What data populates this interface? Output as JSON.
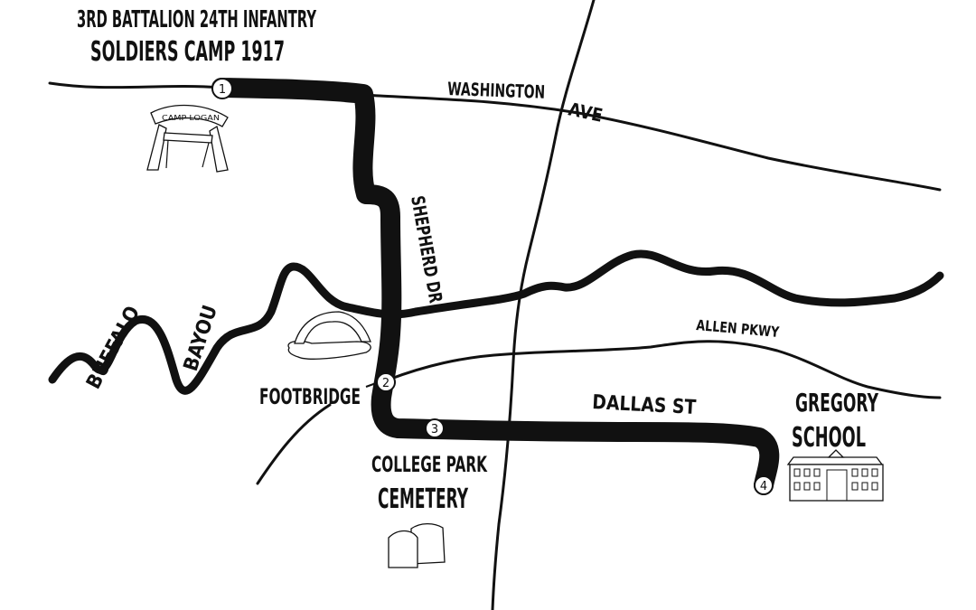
{
  "title": {
    "line1": "3RD BATTALION 24TH INFANTRY",
    "line2": "SOLDIERS CAMP 1917"
  },
  "streets": {
    "washington": "WASHINGTON",
    "ave": "AVE",
    "shepherd": "SHEPHERD DR",
    "allen": "ALLEN PKWY",
    "dallas": "DALLAS ST"
  },
  "waterway": {
    "buffalo": "BUFFALO",
    "bayou": "BAYOU"
  },
  "landmarks": {
    "camp_logan": "CAMP LOGAN",
    "footbridge": "FOOTBRIDGE",
    "cemetery_line1": "COLLEGE PARK",
    "cemetery_line2": "CEMETERY",
    "school_line1": "GREGORY",
    "school_line2": "SCHOOL"
  },
  "stops": [
    "1",
    "2",
    "3",
    "4"
  ]
}
